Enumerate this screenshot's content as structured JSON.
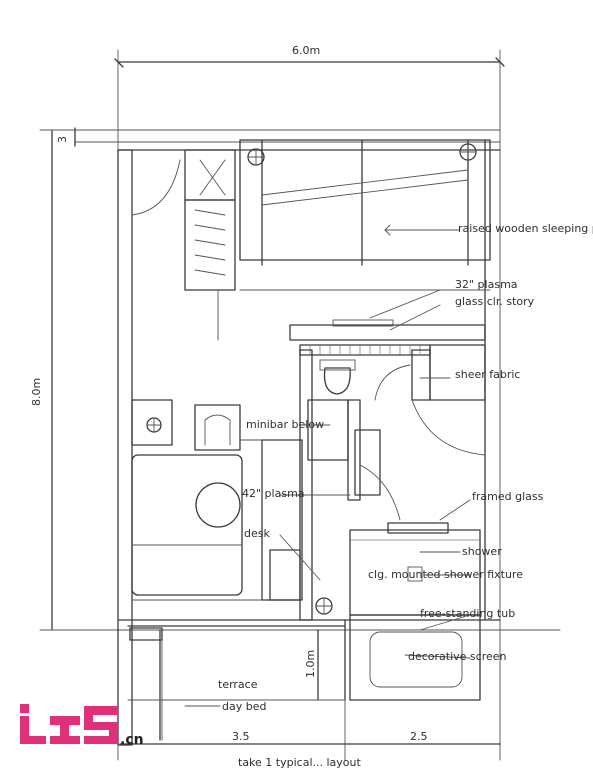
{
  "dimensions": {
    "width_top": "6.0m",
    "height_left": "8.0m",
    "small_top_left": "3",
    "terrace_depth": "1.0m",
    "bottom_left": "3.5",
    "bottom_right": "2.5"
  },
  "labels": {
    "platform": "raised wooden sleeping platform",
    "plasma32": "32\" plasma",
    "glass_clr": "glass clr. story",
    "sheer_fabric": "sheer fabric",
    "minibar": "minibar below",
    "plasma42": "42\" plasma",
    "desk": "desk",
    "framed_glass": "framed glass",
    "shower": "shower",
    "ceiling_shower": "clg. mounted shower fixture",
    "tub": "free-standing tub",
    "decorative_screen": "decorative screen",
    "terrace": "terrace",
    "day_bed": "day bed",
    "bottom_caption": "take 1 typical... layout"
  },
  "logo": {
    "text": "ibs",
    "suffix": ".cn",
    "color": "#e0307a"
  },
  "colors": {
    "ink": "#3a3a3a",
    "paper": "#ffffff"
  }
}
